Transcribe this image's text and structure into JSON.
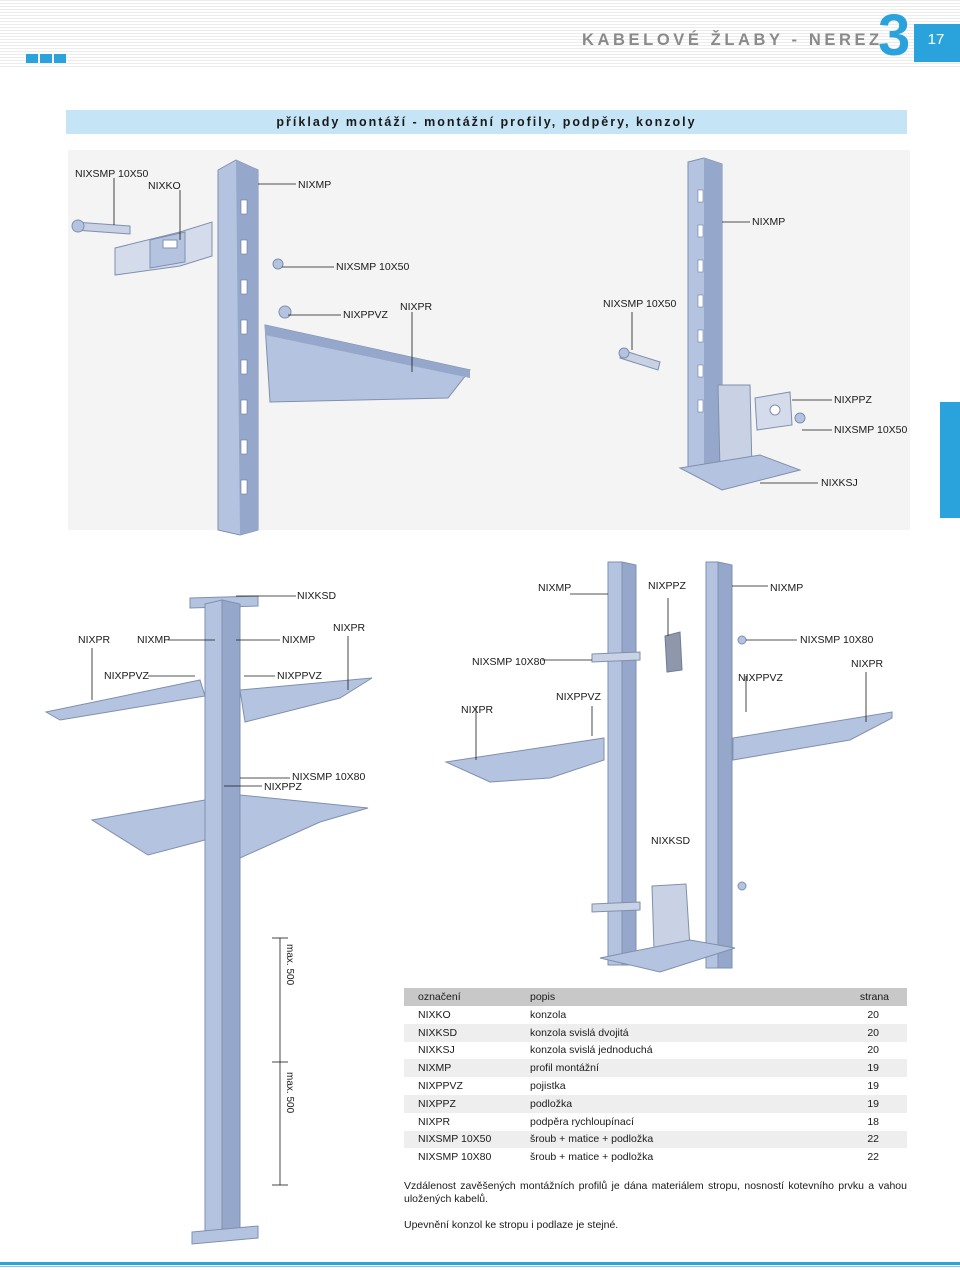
{
  "header": {
    "title": "KABELOVÉ ŽLABY - NEREZ",
    "chapter": "3",
    "page": "17"
  },
  "subtitle": "příklady montáží - montážní profily, podpěry, konzoly",
  "figure1": {
    "labels": [
      "NIXSMP 10X50",
      "NIXKO",
      "NIXMP",
      "NIXMP",
      "NIXSMP 10X50",
      "NIXPPVZ",
      "NIXPR",
      "NIXSMP 10X50",
      "NIXPPZ",
      "NIXSMP 10X50",
      "NIXKSJ"
    ]
  },
  "figure2": {
    "labels": [
      "NIXKSD",
      "NIXMP",
      "NIXPPZ",
      "NIXMP",
      "NIXPR",
      "NIXMP",
      "NIXMP",
      "NIXPR",
      "NIXSMP 10X80",
      "NIXPPVZ",
      "NIXPPVZ",
      "NIXSMP 10X80",
      "NIXPPVZ",
      "NIXPR",
      "NIXPR",
      "NIXPPVZ",
      "NIXSMP 10X80",
      "NIXPPZ",
      "NIXKSD"
    ],
    "dimensions": [
      "max. 500",
      "max. 500"
    ]
  },
  "table": {
    "headers": [
      "označení",
      "popis",
      "strana"
    ],
    "rows": [
      [
        "NIXKO",
        "konzola",
        "20"
      ],
      [
        "NIXKSD",
        "konzola svislá dvojitá",
        "20"
      ],
      [
        "NIXKSJ",
        "konzola svislá jednoduchá",
        "20"
      ],
      [
        "NIXMP",
        "profil montážní",
        "19"
      ],
      [
        "NIXPPVZ",
        "pojistka",
        "19"
      ],
      [
        "NIXPPZ",
        "podložka",
        "19"
      ],
      [
        "NIXPR",
        "podpěra rychloupínací",
        "18"
      ],
      [
        "NIXSMP 10X50",
        "šroub + matice + podložka",
        "22"
      ],
      [
        "NIXSMP 10X80",
        "šroub + matice + podložka",
        "22"
      ]
    ]
  },
  "notes": {
    "note1": "Vzdálenost zavěšených montážních profilů je dána materiálem stropu, nosností kotevního prvku a vahou uložených kabelů.",
    "note2": "Upevnění konzol ke stropu i podlaze je stejné."
  },
  "colors": {
    "accent": "#2aa3dc",
    "metal": "#b4c4e0",
    "metal_dark": "#8ea0c4"
  }
}
